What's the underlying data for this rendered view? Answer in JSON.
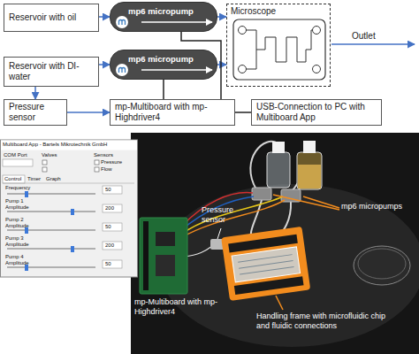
{
  "diagram": {
    "nodes": [
      {
        "text": [
          "Reservoir with oil"
        ]
      },
      {
        "text": [
          "Reservoir with DI-water"
        ]
      },
      {
        "text": [
          "Pressure sensor"
        ]
      },
      {
        "text": [
          "mp6 micropump"
        ]
      },
      {
        "text": [
          "mp6 micropump"
        ]
      },
      {
        "text": [
          "Microscope"
        ]
      },
      {
        "text": [
          "mp-Multiboard with mp-Highdriver4"
        ]
      },
      {
        "text": [
          "USB-Connection to PC with Multiboard App"
        ]
      }
    ],
    "edges": [
      {
        "from": 0,
        "to": 3,
        "arrow": "to"
      },
      {
        "from": 1,
        "to": 4,
        "arrow": "to"
      },
      {
        "from": 3,
        "to": 5,
        "arrow": "to"
      },
      {
        "from": 4,
        "to": 5,
        "arrow": "to"
      },
      {
        "from": 1,
        "to": 2,
        "arrow": "to"
      },
      {
        "from": 2,
        "to": 6,
        "arrow": "to"
      },
      {
        "from": 6,
        "to": 3,
        "arrow": "none"
      },
      {
        "from": 6,
        "to": 4,
        "arrow": "none"
      },
      {
        "from": 6,
        "to": 7,
        "arrow": "none"
      }
    ],
    "labels": [
      "Outlet",
      "Multiboard App - Bartels Mikrotechnik GmbH",
      "COM Port",
      "Valves",
      "Sensors",
      "Pressure",
      "Flow",
      "Control",
      "Timer",
      "Graph",
      "Frequency",
      "50",
      "Pump 1",
      "Amplitude",
      "200",
      "Pump 2",
      "Amplitude",
      "50",
      "Pump 3",
      "Amplitude",
      "200",
      "Pump 4",
      "Amplitude",
      "50",
      "Pressure sensor",
      "mp6 micropumps",
      "mp-Multiboard with mp-Highdriver4",
      "Handling frame with microfluidic chip and fluidic connections"
    ]
  }
}
